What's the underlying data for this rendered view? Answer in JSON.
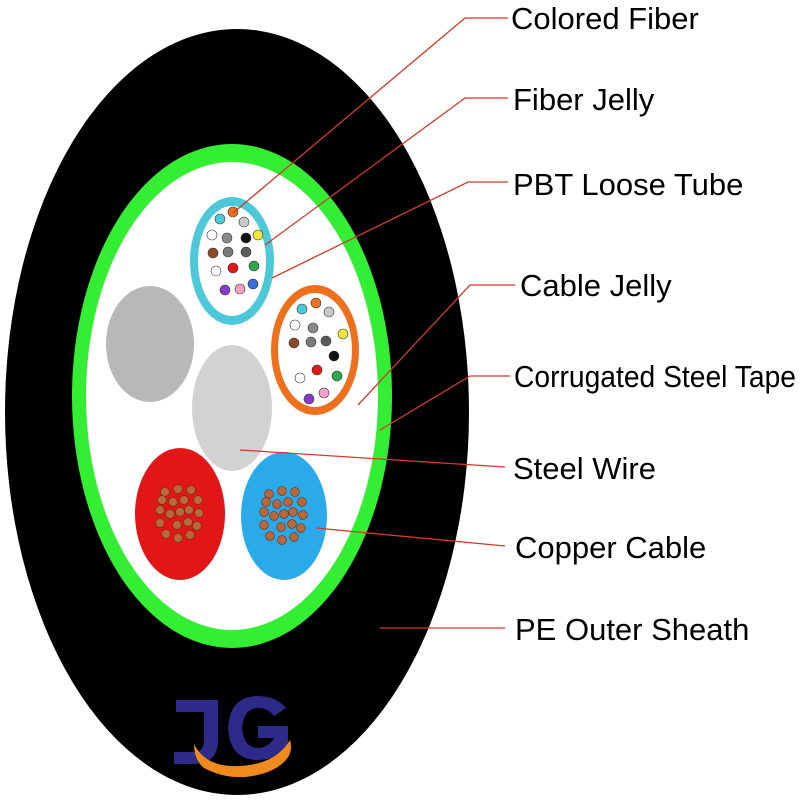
{
  "callouts": [
    {
      "id": "colored-fiber",
      "text": "Colored Fiber"
    },
    {
      "id": "fiber-jelly",
      "text": "Fiber Jelly"
    },
    {
      "id": "pbt-loose-tube",
      "text": "PBT Loose Tube"
    },
    {
      "id": "cable-jelly",
      "text": "Cable Jelly"
    },
    {
      "id": "corrugated-steel-tape",
      "text": "Corrugated Steel Tape"
    },
    {
      "id": "steel-wire",
      "text": "Steel Wire"
    },
    {
      "id": "copper-cable",
      "text": "Copper Cable"
    },
    {
      "id": "pe-outer-sheath",
      "text": "PE Outer Sheath"
    }
  ],
  "logo": {
    "text": "JG"
  },
  "colors": {
    "sheath": "#000000",
    "steel_tape": "#33ee33",
    "cable_jelly": "#ffffff",
    "tube_1": "#4cc8d8",
    "tube_2": "#ee6f1c",
    "filler": "#b8b8b8",
    "steel_wire": "#d2d2d2",
    "copper_jacket_1": "#e21616",
    "copper_jacket_2": "#2aaae8",
    "copper_strand": "#b8683a",
    "leader_line": "#d23a2a",
    "logo_primary": "#2e2a8a",
    "logo_accent": "#f08a1c"
  }
}
